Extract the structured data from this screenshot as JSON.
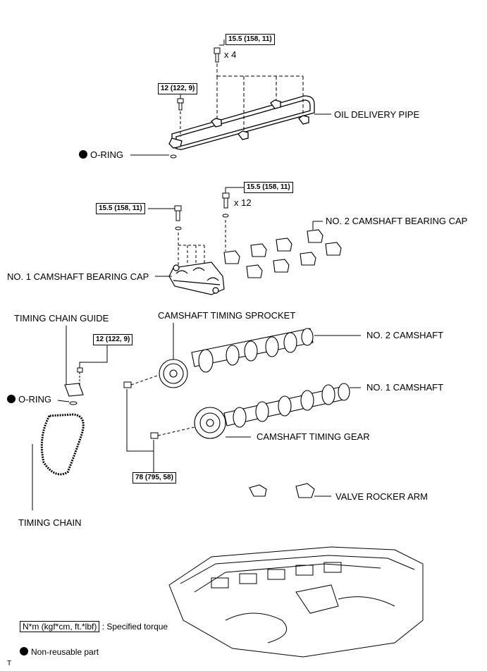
{
  "torques": {
    "oil_pipe_top": "15.5 (158, 11)",
    "oil_pipe_left": "12 (122, 9)",
    "cap_right": "15.5 (158, 11)",
    "cap_left": "15.5 (158, 11)",
    "chain_guide": "12 (122, 9)",
    "sprocket": "78 (795, 58)"
  },
  "quantities": {
    "oil_pipe_bolts": "x 4",
    "cap_bolts": "x 12"
  },
  "labels": {
    "oil_delivery_pipe": "OIL DELIVERY PIPE",
    "o_ring_top": "O-RING",
    "no2_cap": "NO. 2 CAMSHAFT BEARING CAP",
    "no1_cap": "NO. 1 CAMSHAFT BEARING CAP",
    "timing_chain_guide": "TIMING CHAIN GUIDE",
    "camshaft_timing_sprocket": "CAMSHAFT TIMING SPROCKET",
    "no2_camshaft": "NO. 2 CAMSHAFT",
    "no1_camshaft": "NO. 1 CAMSHAFT",
    "o_ring_left": "O-RING",
    "camshaft_timing_gear": "CAMSHAFT TIMING GEAR",
    "valve_rocker_arm": "VALVE ROCKER ARM",
    "timing_chain": "TIMING CHAIN"
  },
  "legend": {
    "torque_unit": "N*m (kgf*cm, ft.*lbf)",
    "torque_desc": ": Specified torque",
    "non_reusable": "Non-reusable part"
  },
  "corner_mark": "T"
}
